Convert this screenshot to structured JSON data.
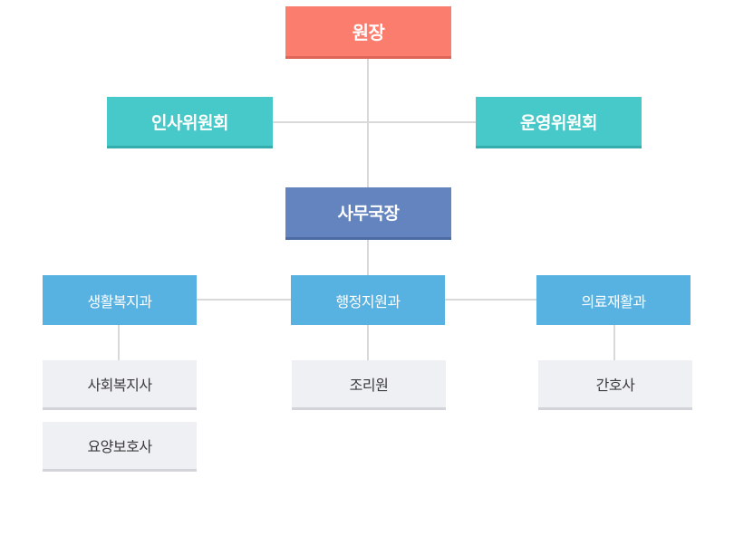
{
  "org_chart": {
    "director": "원장",
    "committees": {
      "hr": "인사위원회",
      "operations": "운영위원회"
    },
    "secretary_general": "사무국장",
    "departments": {
      "life_welfare": "생활복지과",
      "administration": "행정지원과",
      "medical_rehab": "의료재활과"
    },
    "staff": {
      "social_worker": "사회복지사",
      "care_worker": "요양보호사",
      "cook": "조리원",
      "nurse": "간호사"
    }
  },
  "colors": {
    "director": "#fb7d6e",
    "committee": "#46c9c8",
    "secretary": "#6384be",
    "department": "#58b2e1",
    "staff": "#eff0f4",
    "connector": "#d9d9d9"
  }
}
